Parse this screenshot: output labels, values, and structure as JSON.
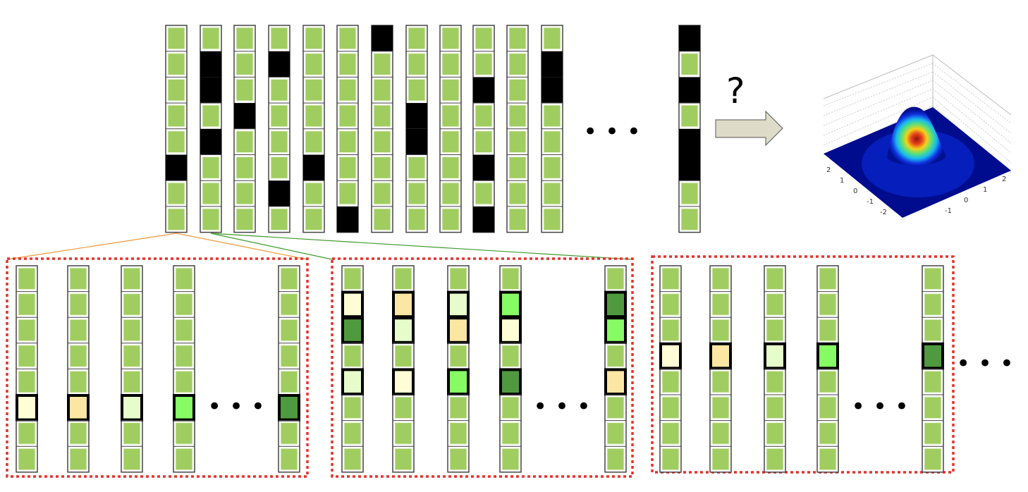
{
  "colors": {
    "cell_green": "#a0cd60",
    "cell_black": "#000000",
    "panel_border": "#e8302a",
    "connector_orange": "#f0973a",
    "connector_green": "#3f9a2c",
    "arrow_fill": "#dedbc8",
    "highlight": {
      "lightyellow": "#fffdd6",
      "peach": "#fbe6a4",
      "palegreen": "#e6fccb",
      "brightgreen": "#86fb63",
      "darkgreen": "#4f9a3f"
    }
  },
  "top_columns": [
    {
      "black_rows": [
        6
      ]
    },
    {
      "black_rows": [
        2,
        3,
        5
      ]
    },
    {
      "black_rows": [
        4
      ]
    },
    {
      "black_rows": [
        2,
        7
      ]
    },
    {
      "black_rows": [
        6
      ]
    },
    {
      "black_rows": [
        8
      ]
    },
    {
      "black_rows": [
        1
      ]
    },
    {
      "black_rows": [
        4,
        5
      ]
    },
    {
      "black_rows": []
    },
    {
      "black_rows": [
        3,
        6,
        8
      ]
    },
    {
      "black_rows": []
    },
    {
      "black_rows": [
        2,
        3
      ]
    }
  ],
  "top_last_column": {
    "black_rows": [
      1,
      3,
      5,
      6
    ]
  },
  "ellipsis": "• • •",
  "question_mark": "?",
  "panels": [
    {
      "columns": [
        {
          "rows": {
            "6": "lightyellow"
          }
        },
        {
          "rows": {
            "6": "peach"
          }
        },
        {
          "rows": {
            "6": "palegreen"
          }
        },
        {
          "rows": {
            "6": "brightgreen"
          }
        },
        {
          "rows": {
            "6": "darkgreen"
          }
        }
      ]
    },
    {
      "columns": [
        {
          "rows": {
            "2": "lightyellow",
            "3": "darkgreen",
            "5": "palegreen"
          }
        },
        {
          "rows": {
            "2": "peach",
            "3": "palegreen",
            "5": "lightyellow"
          }
        },
        {
          "rows": {
            "2": "palegreen",
            "3": "peach",
            "5": "brightgreen"
          }
        },
        {
          "rows": {
            "2": "brightgreen",
            "3": "lightyellow",
            "5": "darkgreen"
          }
        },
        {
          "rows": {
            "2": "darkgreen",
            "3": "brightgreen",
            "5": "peach"
          }
        }
      ]
    },
    {
      "columns": [
        {
          "rows": {
            "4": "lightyellow"
          }
        },
        {
          "rows": {
            "4": "peach"
          }
        },
        {
          "rows": {
            "4": "palegreen"
          }
        },
        {
          "rows": {
            "4": "brightgreen"
          }
        },
        {
          "rows": {
            "4": "darkgreen"
          }
        }
      ]
    }
  ],
  "surface_plot": {
    "left_axis_ticks": [
      "2",
      "1",
      "0",
      "-1",
      "-2"
    ],
    "right_axis_ticks": [
      "-1",
      "0",
      "1",
      "2"
    ]
  }
}
